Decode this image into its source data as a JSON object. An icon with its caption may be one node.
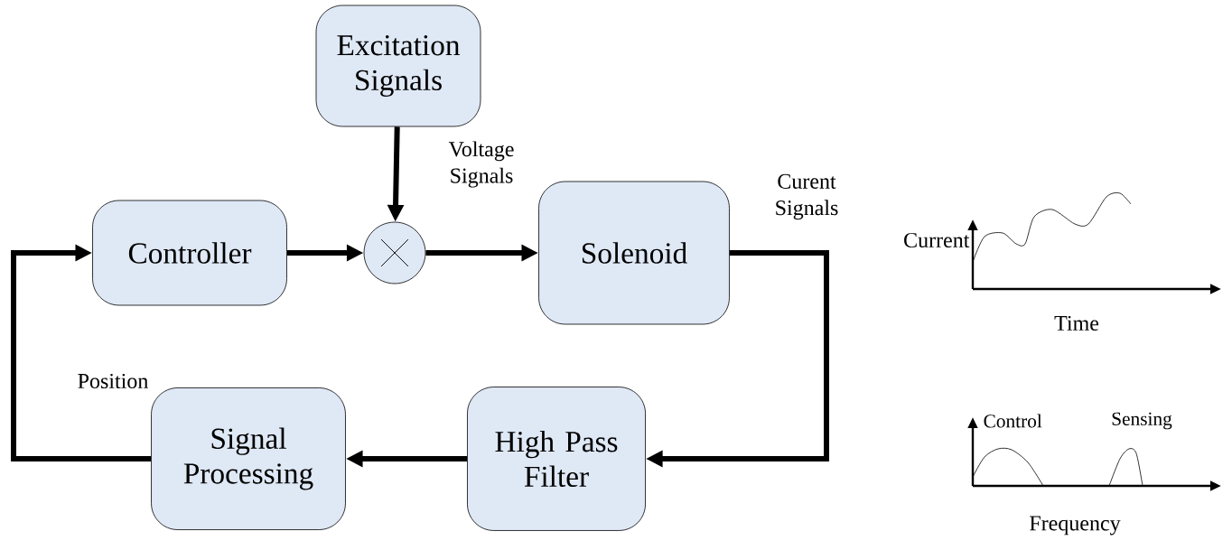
{
  "diagram": {
    "nodes": [
      {
        "text": [
          "Excitation Signals"
        ]
      },
      {
        "text": [
          "Controller"
        ]
      },
      {
        "text": [],
        "shape": "circle"
      },
      {
        "text": [
          "Solenoid"
        ]
      },
      {
        "text": [
          "High Pass Filter"
        ]
      },
      {
        "text": [
          "Signal Processing"
        ]
      }
    ],
    "edges": [
      {
        "from": 0,
        "to": 2,
        "arrow": "to",
        "label": "Voltage Signals"
      },
      {
        "from": 1,
        "to": 2,
        "arrow": "to"
      },
      {
        "from": 2,
        "to": 3,
        "arrow": "to"
      },
      {
        "from": 3,
        "to": 4,
        "arrow": "to",
        "label": "Curent Signals"
      },
      {
        "from": 4,
        "to": 5,
        "arrow": "to"
      },
      {
        "from": 5,
        "to": 1,
        "arrow": "to",
        "label": "Position"
      }
    ],
    "labels": [
      "Current",
      "Time",
      "Control",
      "Sensing",
      "Frequency"
    ]
  }
}
